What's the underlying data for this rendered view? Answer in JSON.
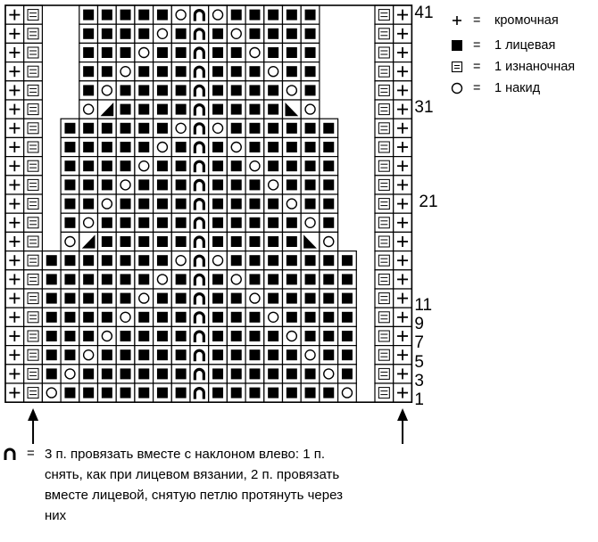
{
  "row_numbers": [
    {
      "label": "41",
      "row": 0,
      "side": "top"
    },
    {
      "label": "31",
      "row": 5,
      "side": "top"
    },
    {
      "label": "21",
      "row": 10,
      "side": "top"
    },
    {
      "label": "11",
      "row": 15,
      "side": "bottom"
    },
    {
      "label": "9",
      "row": 16,
      "side": "bottom"
    },
    {
      "label": "7",
      "row": 17,
      "side": "bottom"
    },
    {
      "label": "5",
      "row": 18,
      "side": "bottom"
    },
    {
      "label": "3",
      "row": 19,
      "side": "bottom"
    },
    {
      "label": "1",
      "row": 20,
      "side": "bottom"
    }
  ],
  "legend": [
    {
      "symbol": "plus",
      "eq": "=",
      "text": "кромочная"
    },
    {
      "symbol": "knit",
      "eq": "=",
      "text": "1 лицевая"
    },
    {
      "symbol": "purl",
      "eq": "=",
      "text": "1 изнаночная"
    },
    {
      "symbol": "yo",
      "eq": "=",
      "text": "1 накид"
    }
  ],
  "note": {
    "symbol": "k3tog-left",
    "eq": "=",
    "text": "3 п. провязать вместе с наклоном влево: 1 п. снять, как при лицевом вязании, 2 п. провязать вместе лицевой, снятую петлю протянуть через них"
  },
  "chart": {
    "left_edge": [
      "+=",
      "+=",
      "+=",
      "+=",
      "+=",
      "+=",
      "+=",
      "+=",
      "+=",
      "+=",
      "+=",
      "+=",
      "+=",
      "+=",
      "+=",
      "+=",
      "+=",
      "+=",
      "+=",
      "+=",
      "+="
    ],
    "right_edge": [
      "=+",
      "=+",
      "=+",
      "=+",
      "=+",
      "=+",
      "=+",
      "=+",
      "=+",
      "=+",
      "=+",
      "=+",
      "=+",
      "=+",
      "=+",
      "=+",
      "=+",
      "=+",
      "=+",
      "=+",
      "=+"
    ],
    "body_rows": [
      {
        "start": 4,
        "cells": "KKKKKOAOKKKKK"
      },
      {
        "start": 4,
        "cells": "KKKKOKAKOKKKK"
      },
      {
        "start": 4,
        "cells": "KKKOKKAKKOKKK"
      },
      {
        "start": 4,
        "cells": "KKOKKKAKKKOKK"
      },
      {
        "start": 4,
        "cells": "KOKKKKAKKKKOK"
      },
      {
        "start": 4,
        "cells": "OLKKKKAKKKKRO"
      },
      {
        "start": 3,
        "cells": "KKKKKKOAOKKKKKK"
      },
      {
        "start": 3,
        "cells": "KKKKKOKAKOKKKKK"
      },
      {
        "start": 3,
        "cells": "KKKKOKKAKKOKKKK"
      },
      {
        "start": 3,
        "cells": "KKKOKKKAKKKOKKK"
      },
      {
        "start": 3,
        "cells": "KKOKKKKAKKKKOKK"
      },
      {
        "start": 3,
        "cells": "KOKKKKKAKKKKKOK"
      },
      {
        "start": 3,
        "cells": "OLKKKKKAKKKKKRO"
      },
      {
        "start": 2,
        "cells": "KKKKKKKOAOKKKKKKK"
      },
      {
        "start": 2,
        "cells": "KKKKKKOKAKOKKKKKK"
      },
      {
        "start": 2,
        "cells": "KKKKKOKKAKKOKKKKK"
      },
      {
        "start": 2,
        "cells": "KKKKOKKKAKKKOKKKK"
      },
      {
        "start": 2,
        "cells": "KKKOKKKKAKKKKOKKK"
      },
      {
        "start": 2,
        "cells": "KKOKKKKKAKKKKKOKK"
      },
      {
        "start": 2,
        "cells": "KOKKKKKKAKKKKKKOK"
      },
      {
        "start": 2,
        "cells": "OKKKKKKKAKKKKKKKO"
      }
    ]
  }
}
